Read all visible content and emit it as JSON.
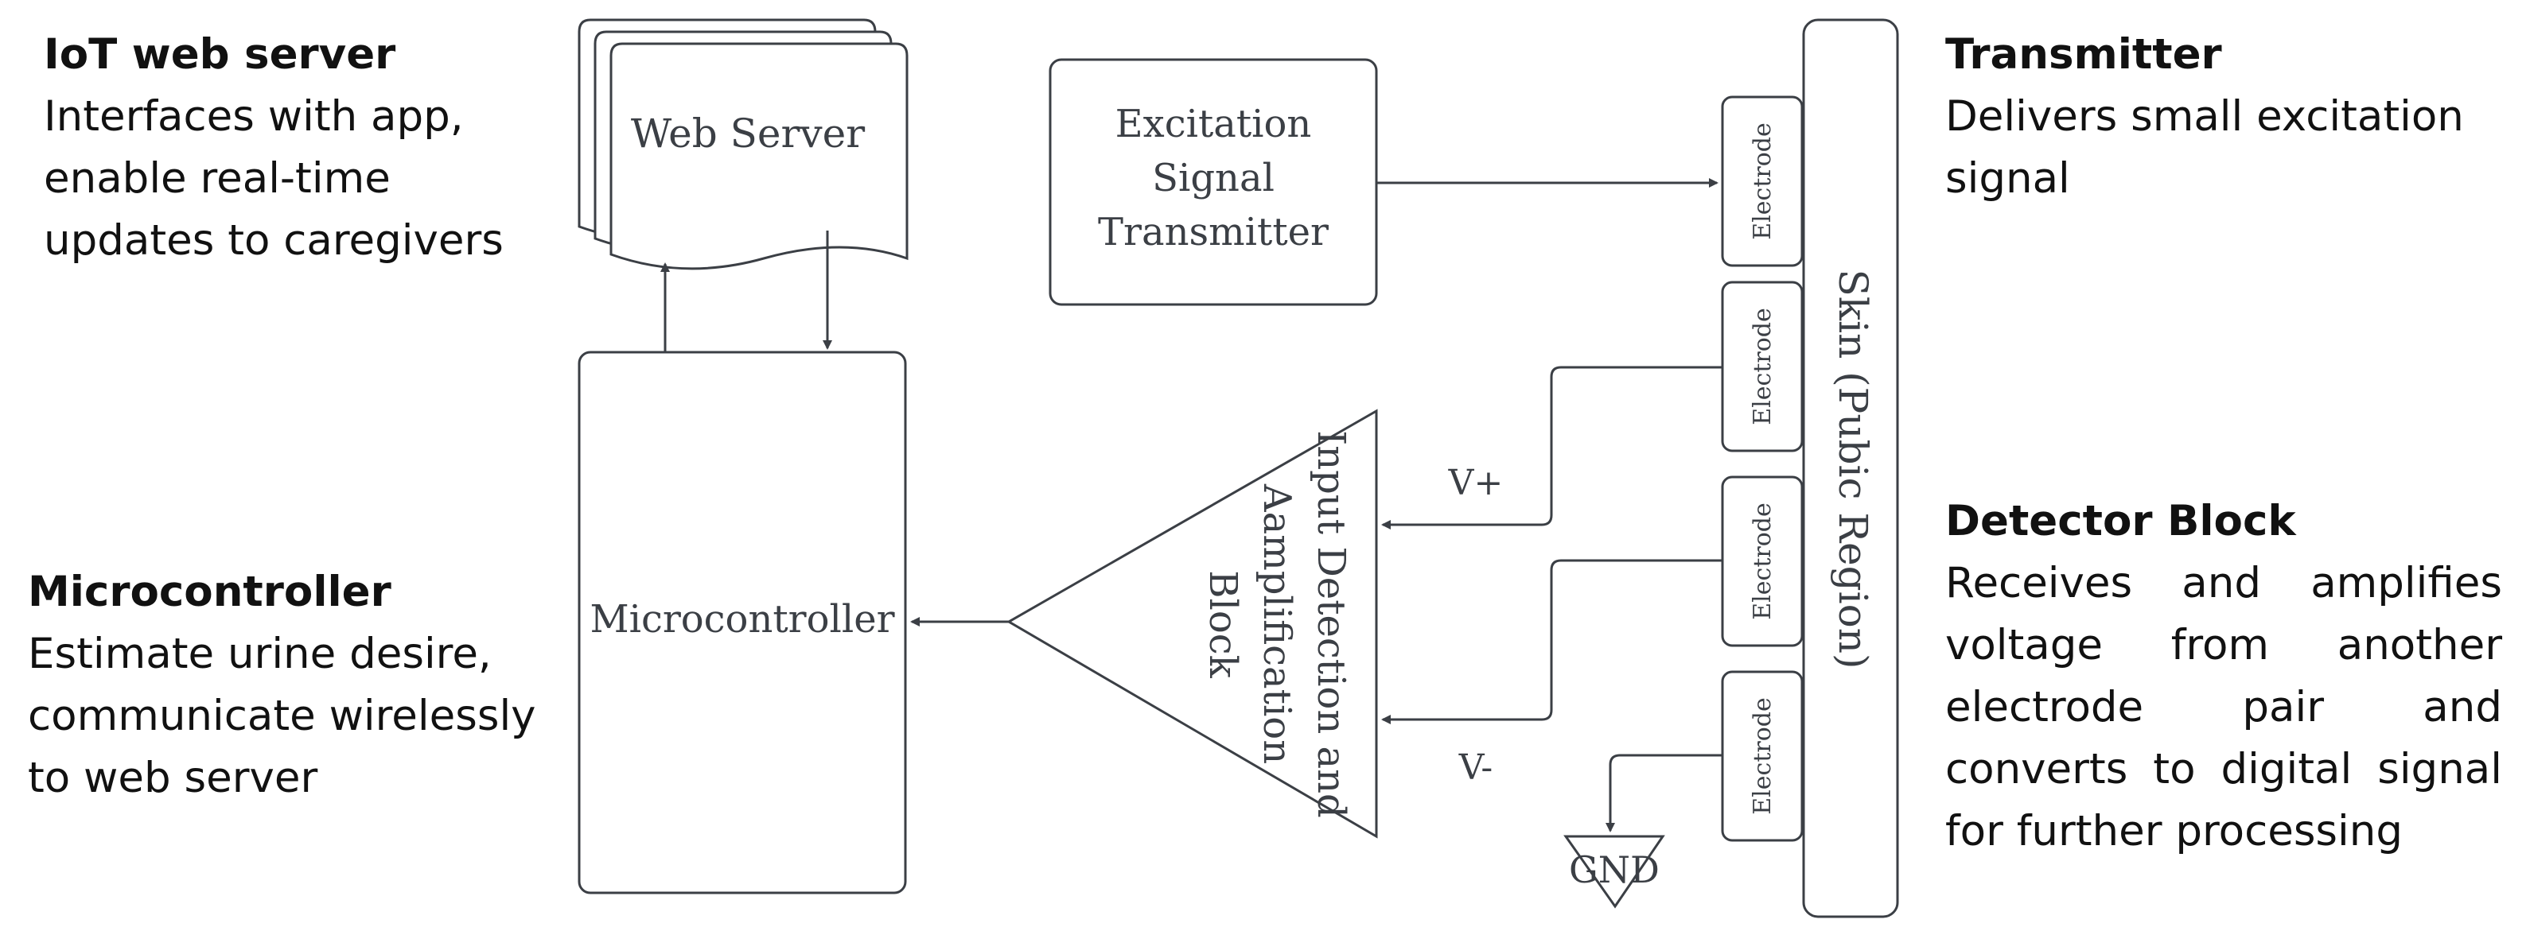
{
  "captions": {
    "iot": {
      "title": "IoT web server",
      "lines": [
        "Interfaces with app,",
        "enable real-time",
        "updates to caregivers"
      ]
    },
    "microcontroller": {
      "title": "Microcontroller",
      "lines": [
        "Estimate urine desire,",
        "communicate wirelessly",
        "to web server"
      ]
    },
    "transmitter": {
      "title": "Transmitter",
      "lines": [
        "Delivers small excitation",
        "signal"
      ]
    },
    "detector": {
      "title": "Detector Block",
      "lines": [
        "Receives and amplifies",
        "voltage from another",
        "electrode pair and",
        "converts to digital signal",
        "for further processing"
      ]
    }
  },
  "blocks": {
    "web_server": "Web Server",
    "excitation": [
      "Excitation",
      "Signal",
      "Transmitter"
    ],
    "microcontroller": "Microcontroller",
    "amplifier": [
      "Input Detection and",
      "Aamplification",
      "Block"
    ],
    "skin": "Skin (Pubic Region)",
    "electrode": "Electrode",
    "gnd": "GND"
  },
  "signals": {
    "v_plus": "V+",
    "v_minus": "V-"
  },
  "colors": {
    "stroke": "#3b3f45",
    "text": "#111111"
  }
}
